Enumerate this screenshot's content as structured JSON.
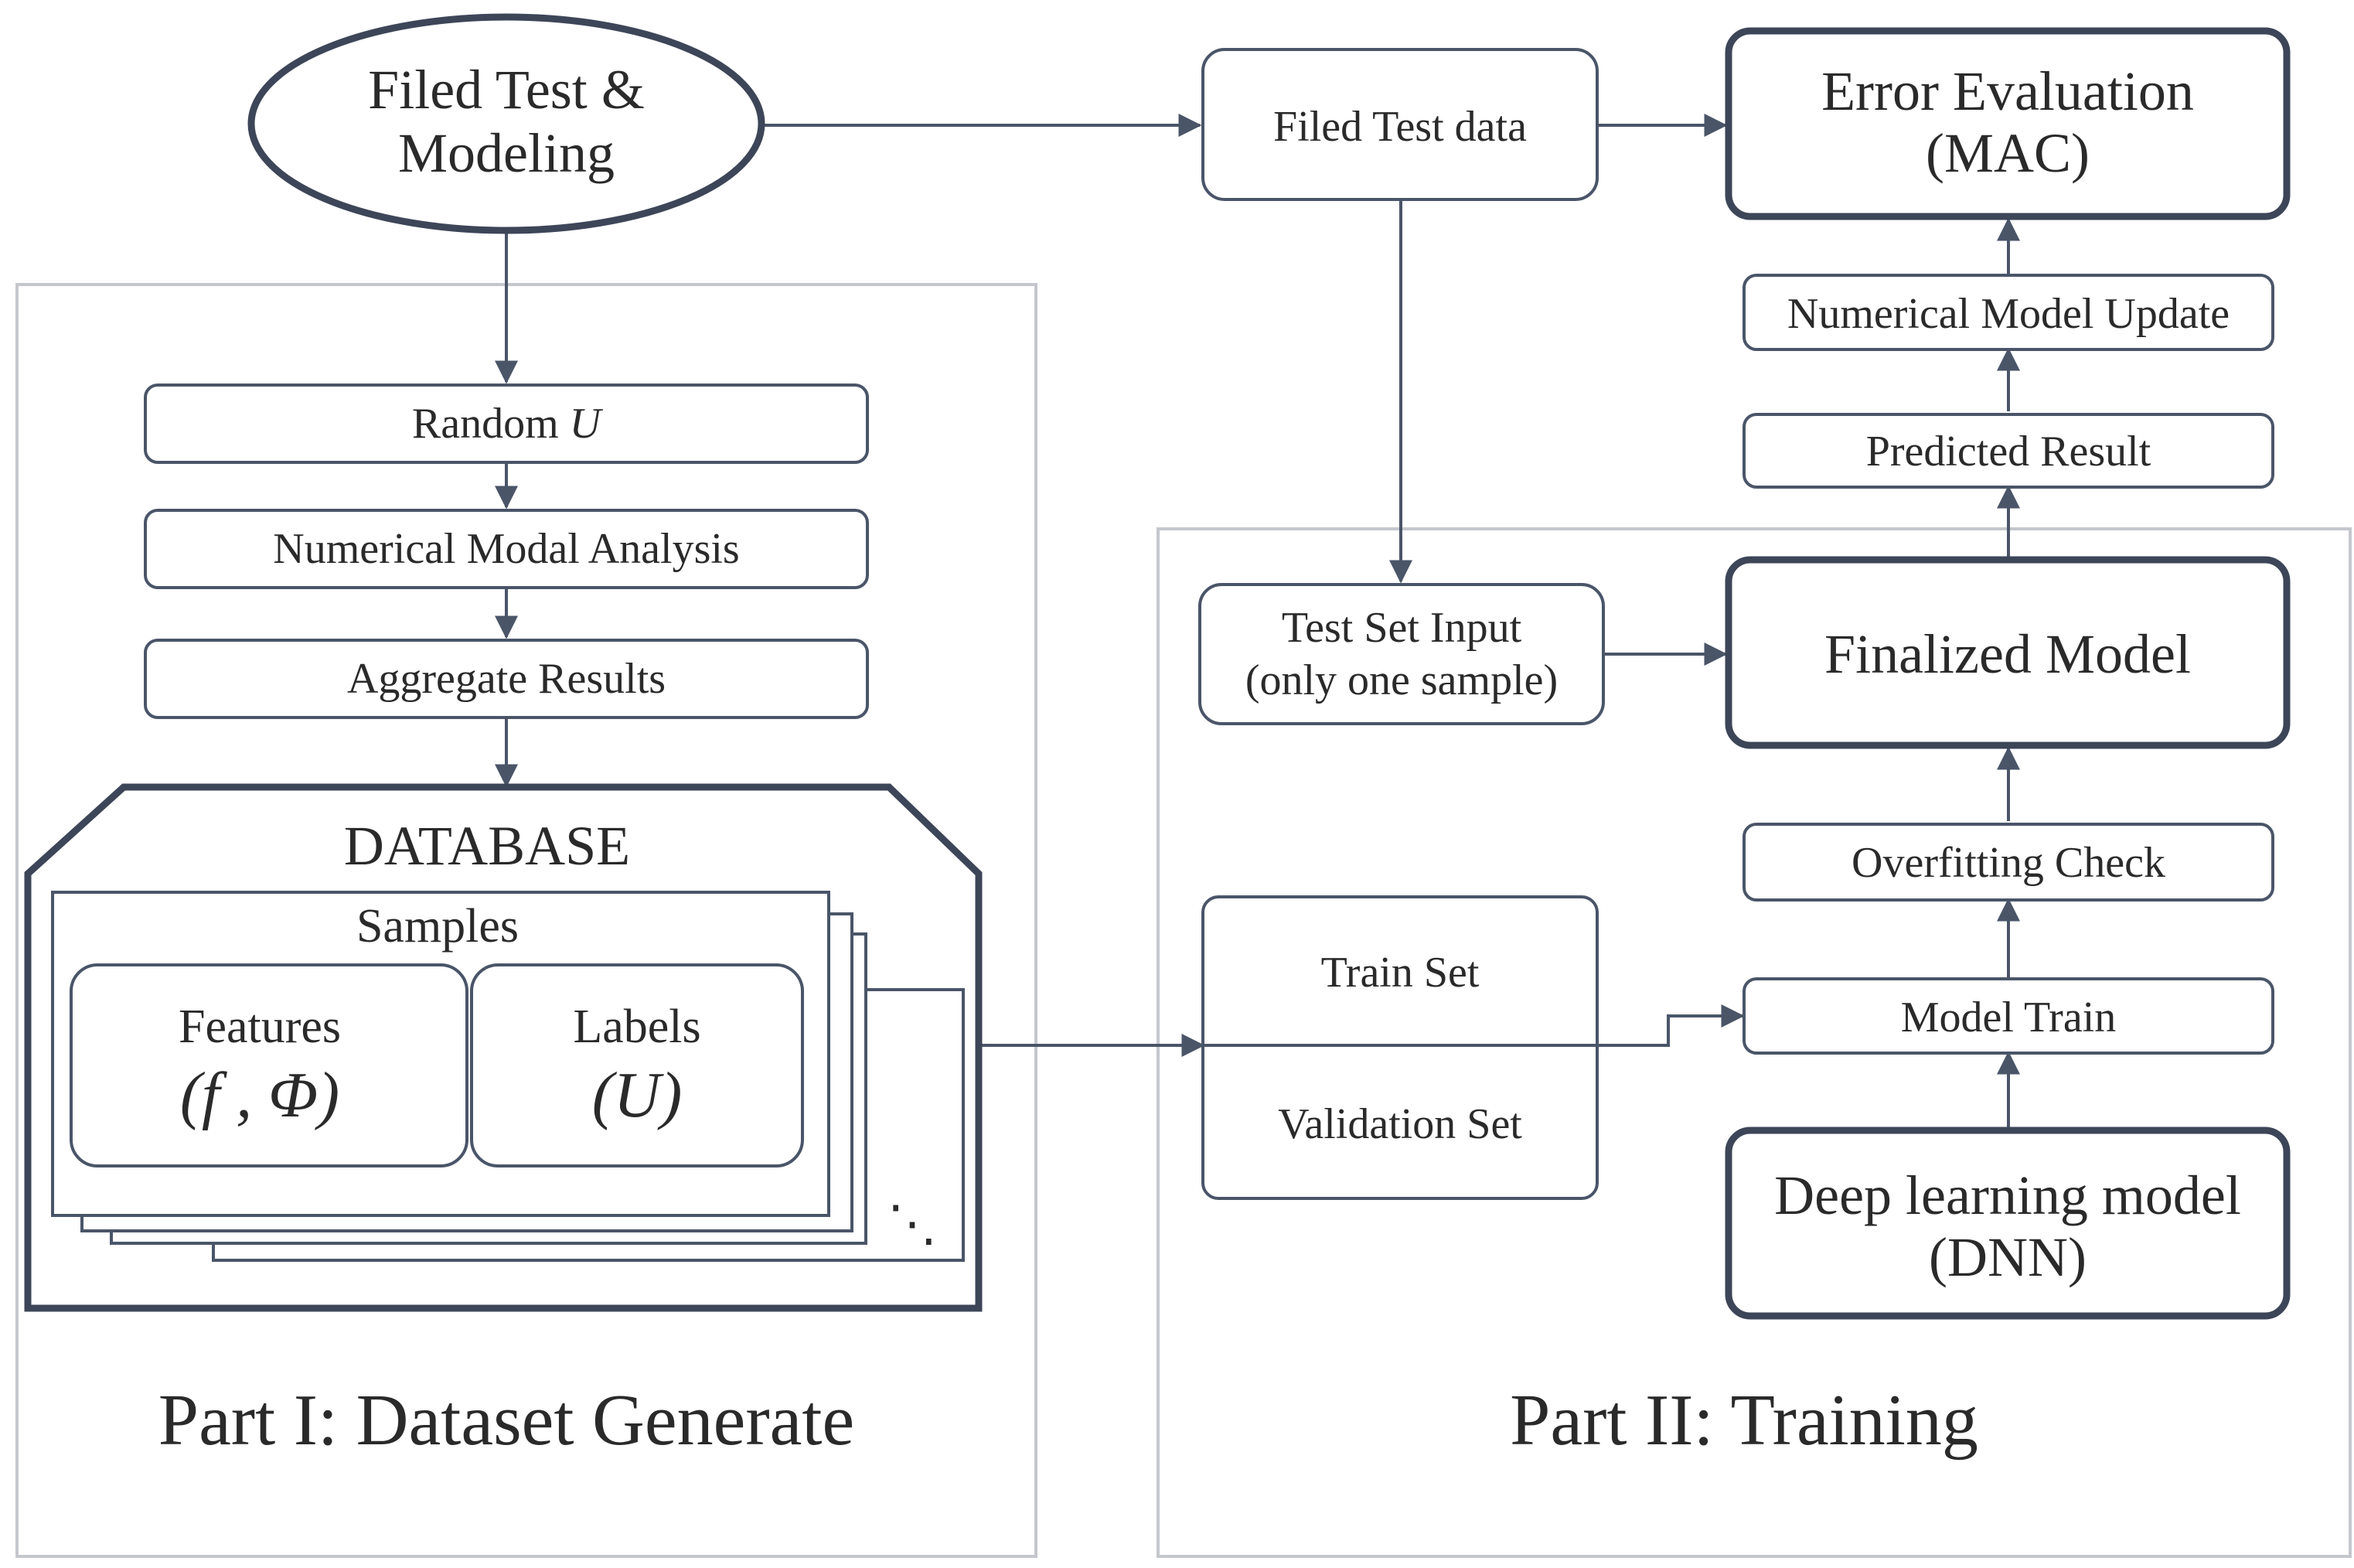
{
  "nodes": {
    "field_test_modeling": [
      "Filed Test &",
      "Modeling"
    ],
    "field_test_data": "Filed Test data",
    "error_evaluation": [
      "Error Evaluation",
      "(MAC)"
    ],
    "numerical_model_update": "Numerical Model Update",
    "predicted_result": "Predicted Result",
    "random_u_prefix": "Random ",
    "random_u_var": "U",
    "numerical_modal_analysis": "Numerical Modal Analysis",
    "aggregate_results": "Aggregate Results",
    "database": "DATABASE",
    "samples": "Samples",
    "features": "Features",
    "features_math": "(f , Φ)",
    "labels": "Labels",
    "labels_math": "(U)",
    "ellipsis": "⋱",
    "test_set_input": [
      "Test Set Input",
      "(only one sample)"
    ],
    "finalized_model": "Finalized Model",
    "overfitting_check": "Overfitting Check",
    "train_set": "Train Set",
    "validation_set": "Validation Set",
    "model_train": "Model Train",
    "deep_learning_model": [
      "Deep learning model",
      "(DNN)"
    ]
  },
  "parts": {
    "part1": "Part I: Dataset Generate",
    "part2": "Part II: Training"
  },
  "colors": {
    "stroke": "#4a5568",
    "frame": "#c4c7cc",
    "text": "#2a2a2a"
  }
}
